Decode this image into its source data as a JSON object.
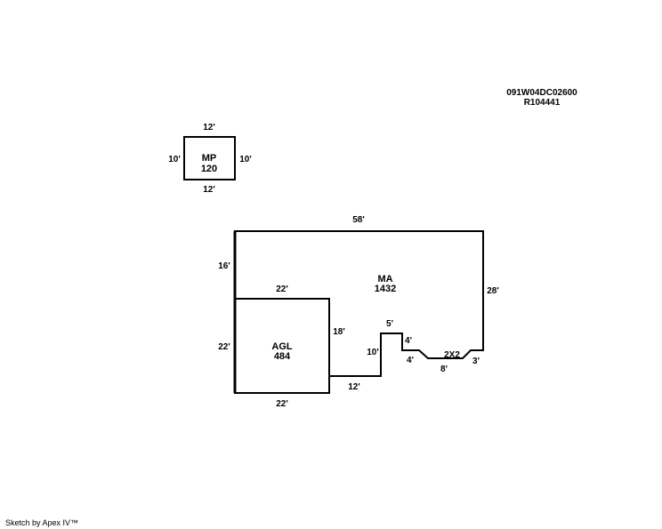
{
  "header": {
    "parcel_id": "091W04DC02600",
    "account_id": "R104441"
  },
  "footer": {
    "credit": "Sketch by Apex IV™"
  },
  "mp": {
    "code": "MP",
    "area": "120",
    "top": "12'",
    "bottom": "12'",
    "left": "10'",
    "right": "10'"
  },
  "ma": {
    "code": "MA",
    "area": "1432",
    "top": "58'",
    "left": "16'",
    "right": "28'",
    "bottom_right": "3'",
    "notch_bottom": "8'",
    "notch_step_a": "4'",
    "notch_step_b": "4'",
    "notch_top": "5'",
    "notch_left": "10'",
    "bottom_mid": "12'",
    "notch_label": "2X2"
  },
  "agl": {
    "code": "AGL",
    "area": "484",
    "top": "22'",
    "bottom": "22'",
    "left": "22'",
    "right": "18'"
  }
}
